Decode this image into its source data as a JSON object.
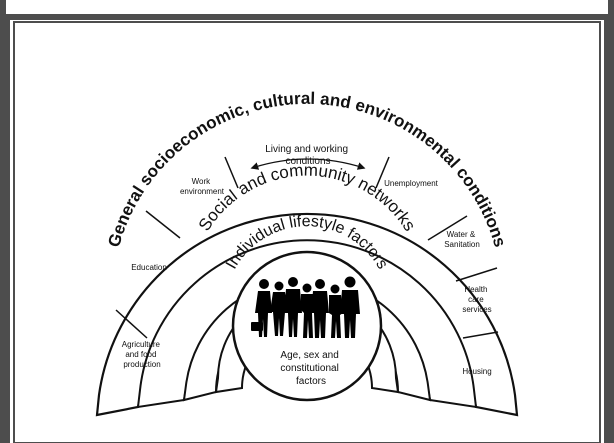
{
  "diagram": {
    "outer_label": "General socioeconomic, cultural and environmental conditions",
    "layer2_label": "Social and community networks",
    "layer3_label": "Individual lifestyle factors",
    "core": {
      "line1": "Age, sex and",
      "line2": "constitutional",
      "line3": "factors",
      "image": "people-silhouettes-icon"
    },
    "segments": {
      "agriculture": [
        "Agriculture",
        "and food",
        "production"
      ],
      "education": [
        "Education"
      ],
      "work_env": [
        "Work",
        "environment"
      ],
      "living": [
        "Living and working",
        "conditions"
      ],
      "unemployment": [
        "Unemployment"
      ],
      "water": [
        "Water &",
        "Sanitation"
      ],
      "health": [
        "Health",
        "care",
        "services"
      ],
      "housing": [
        "Housing"
      ]
    }
  },
  "colors": {
    "frame": "#4d4d4d",
    "stroke": "#111111",
    "fill": "#ffffff"
  }
}
